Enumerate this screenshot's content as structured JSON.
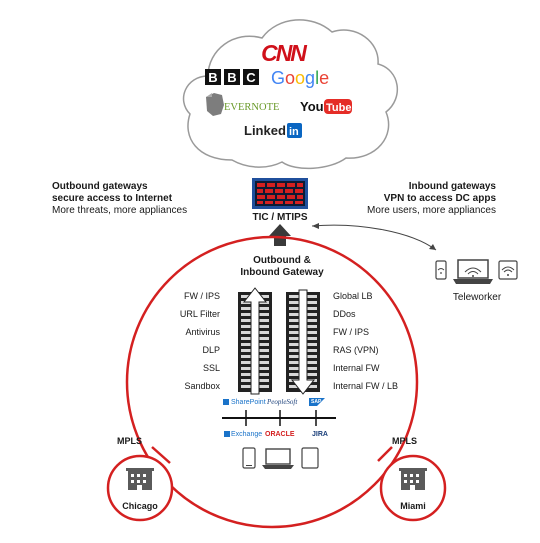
{
  "cloud": {
    "logos": {
      "cnn": "CNN",
      "bbc": [
        "B",
        "B",
        "C"
      ],
      "google": [
        "G",
        "o",
        "o",
        "g",
        "l",
        "e"
      ],
      "evernote": "EVERNOTE",
      "youtube_you": "You",
      "youtube_tube": "Tube",
      "linkedin_text": "Linked",
      "linkedin_box": "in"
    }
  },
  "outbound_note": {
    "title_line1": "Outbound gateways",
    "title_line2": "secure access to Internet",
    "subtitle": "More threats, more appliances"
  },
  "inbound_note": {
    "title_line1": "Inbound gateways",
    "title_line2": "VPN to access DC apps",
    "subtitle": "More users, more appliances"
  },
  "tic_label": "TIC / MTIPS",
  "gateway": {
    "title_line1": "Outbound &",
    "title_line2": "Inbound Gateway",
    "left_labels": [
      "FW / IPS",
      "URL Filter",
      "Antivirus",
      "DLP",
      "SSL",
      "Sandbox"
    ],
    "right_labels": [
      "Global LB",
      "DDos",
      "FW / IPS",
      "RAS (VPN)",
      "Internal FW",
      "Internal FW / LB"
    ]
  },
  "apps": {
    "sharepoint": "SharePoint",
    "peoplesoft": "PeopleSoft",
    "sap": "SAP",
    "exchange": "Exchange",
    "oracle": "ORACLE",
    "jira": "JIRA"
  },
  "teleworker_label": "Teleworker",
  "branches": {
    "left_link": "MPLS",
    "right_link": "MPLS",
    "left_name": "Chicago",
    "right_name": "Miami"
  },
  "colors": {
    "accent_red": "#d42020",
    "tic_blue": "#1f4f9c",
    "dark": "#333333"
  },
  "icons": [
    "cloud-icon",
    "firewall-icon",
    "server-rack-icon",
    "tablet-icon",
    "laptop-icon",
    "wifi-icon",
    "building-icon"
  ]
}
